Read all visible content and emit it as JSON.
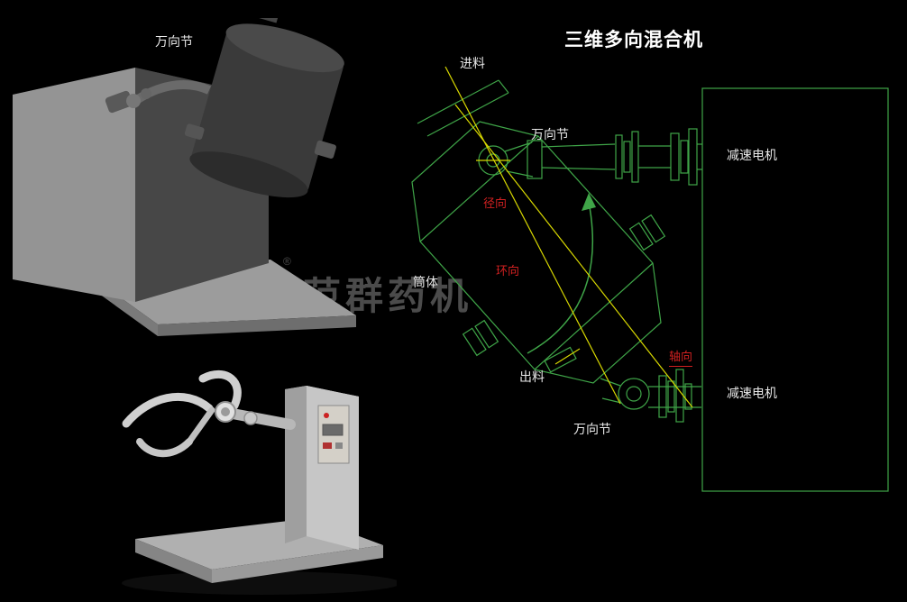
{
  "title": "三维多向混合机",
  "watermark": {
    "text": "范群药机",
    "registered": "®"
  },
  "labels": {
    "joint_top_left": "万向节",
    "feed": "进料",
    "joint_upper": "万向节",
    "radial": "径向",
    "circumferential": "环向",
    "drum_body": "筒体",
    "axial": "轴向",
    "discharge": "出料",
    "joint_lower": "万向节",
    "motor_upper": "减速电机",
    "motor_lower": "减速电机"
  },
  "colors": {
    "background": "#000000",
    "cad_line": "#3fa548",
    "axis_line": "#d8d800",
    "direction_label_red": "#d02020",
    "text_white": "#e8e8e8",
    "watermark_gray": "#565656"
  }
}
